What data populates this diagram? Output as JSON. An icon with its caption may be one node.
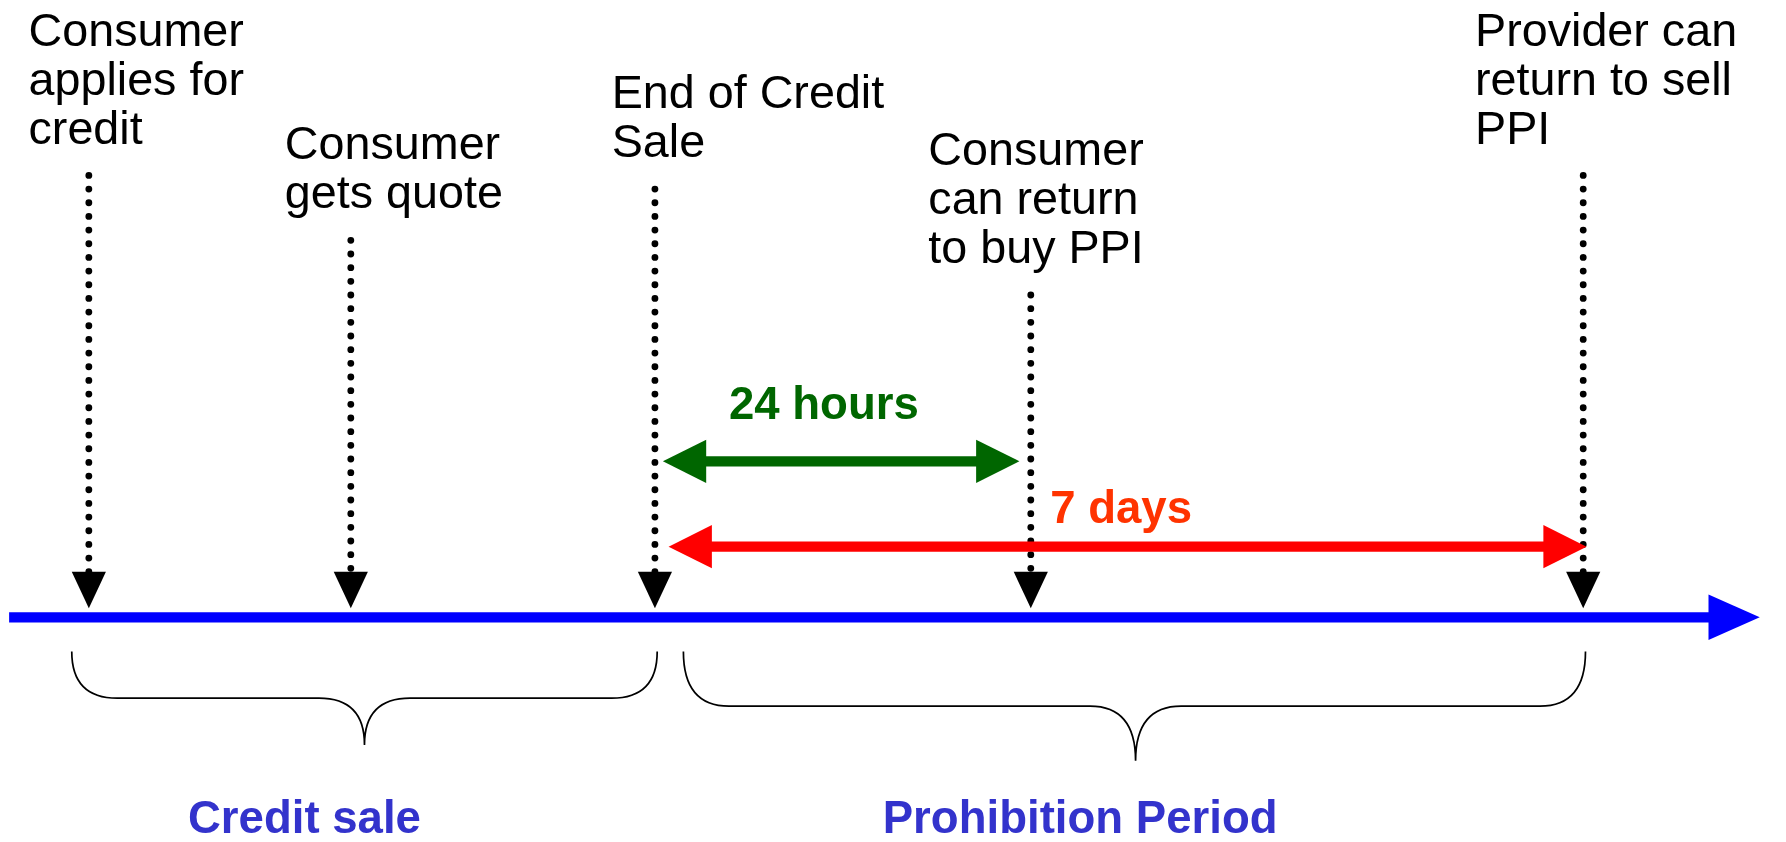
{
  "diagram": {
    "nodes": [
      {
        "text": [
          "Consumer applies for credit"
        ]
      },
      {
        "text": [
          "Consumer gets quote"
        ]
      },
      {
        "text": [
          "End of Credit Sale"
        ]
      },
      {
        "text": [
          "Consumer can return to buy PPI"
        ]
      },
      {
        "text": [
          "Provider can return to sell PPI"
        ]
      }
    ],
    "edges": [
      {
        "from": 0,
        "to": null,
        "arrow": "to",
        "style": "dashed"
      },
      {
        "from": 1,
        "to": null,
        "arrow": "to",
        "style": "dashed"
      },
      {
        "from": 2,
        "to": null,
        "arrow": "to",
        "style": "dashed"
      },
      {
        "from": 3,
        "to": null,
        "arrow": "to",
        "style": "dashed"
      },
      {
        "from": 4,
        "to": null,
        "arrow": "to",
        "style": "dashed"
      }
    ],
    "labels": [
      "24 hours",
      "7 days",
      "Credit sale",
      "Prohibition Period"
    ]
  }
}
